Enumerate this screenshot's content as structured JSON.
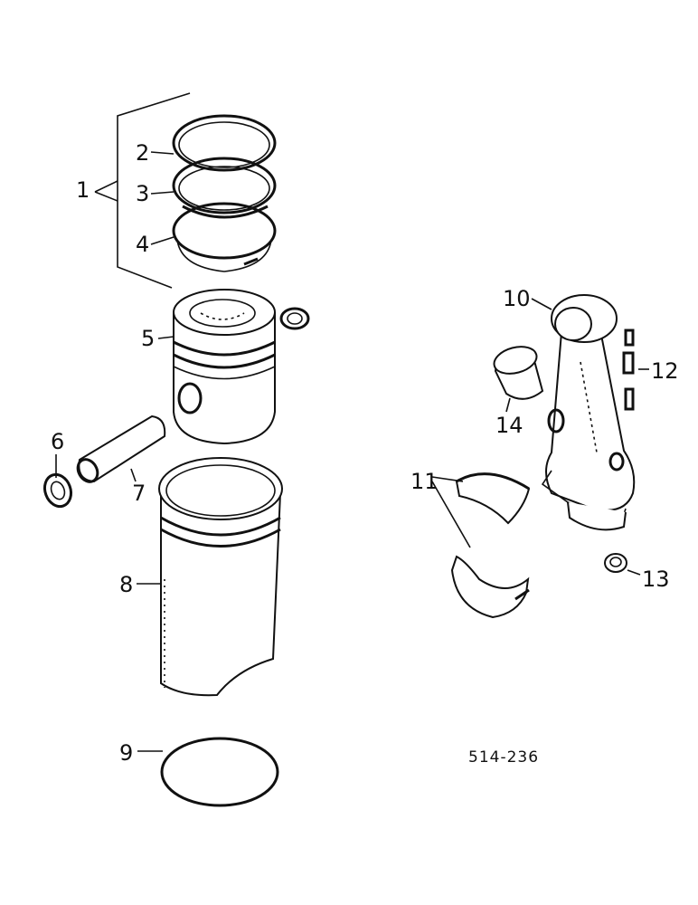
{
  "diagram": {
    "callouts": [
      {
        "id": "1",
        "text": "1"
      },
      {
        "id": "2",
        "text": "2"
      },
      {
        "id": "3",
        "text": "3"
      },
      {
        "id": "4",
        "text": "4"
      },
      {
        "id": "5",
        "text": "5"
      },
      {
        "id": "6",
        "text": "6"
      },
      {
        "id": "7",
        "text": "7"
      },
      {
        "id": "8",
        "text": "8"
      },
      {
        "id": "9",
        "text": "9"
      },
      {
        "id": "10",
        "text": "10"
      },
      {
        "id": "11",
        "text": "11"
      },
      {
        "id": "12",
        "text": "12"
      },
      {
        "id": "13",
        "text": "13"
      },
      {
        "id": "14",
        "text": "14"
      }
    ],
    "reference_number": "514-236"
  }
}
